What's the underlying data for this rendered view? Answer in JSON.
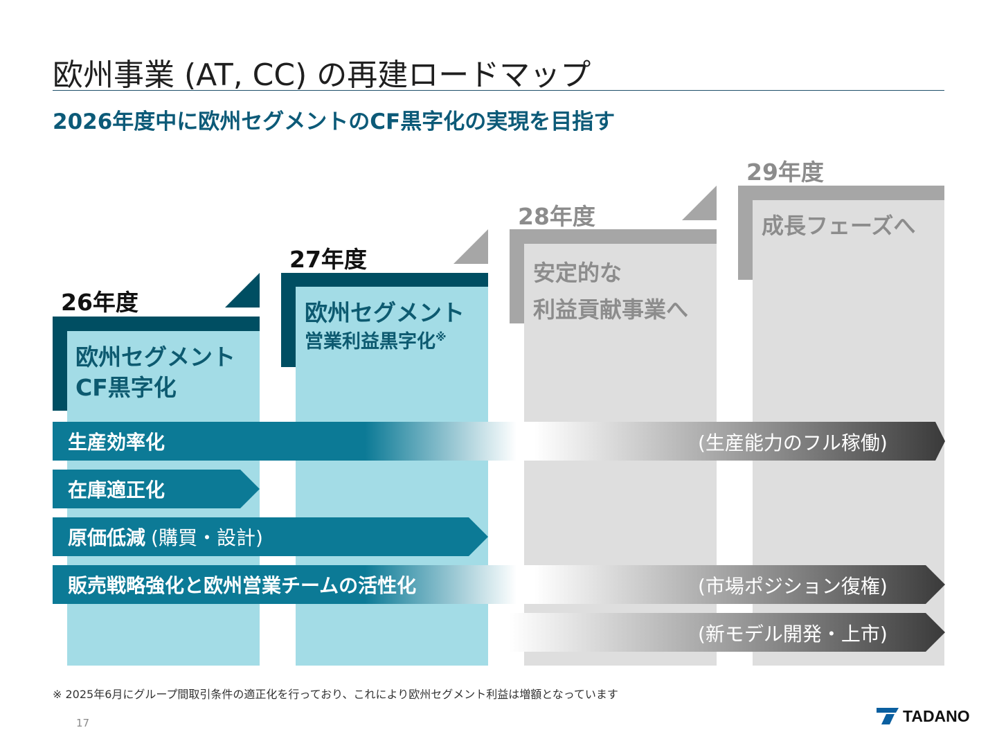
{
  "title": "欧州事業 (AT, CC) の再建ロードマップ",
  "subtitle": "2026年度中に欧州セグメントのCF黒字化の実現を目指す",
  "stages": [
    {
      "year": "26年度",
      "line1": "欧州セグメント",
      "line2": "CF黒字化"
    },
    {
      "year": "27年度",
      "line1": "欧州セグメント",
      "line2": "営業利益黒字化",
      "mark": "※"
    },
    {
      "year": "28年度",
      "line1": "安定的な",
      "line2": "利益貢献事業へ"
    },
    {
      "year": "29年度",
      "line1": "成長フェーズへ"
    }
  ],
  "arrows": [
    {
      "label": "生産効率化",
      "note": "(生産能力のフル稼働)"
    },
    {
      "label": "在庫適正化"
    },
    {
      "label": "原価低減",
      "note": "(購買・設計)"
    },
    {
      "label": "販売戦略強化と欧州営業チームの活性化",
      "note": "(市場ポジション復権)"
    },
    {
      "note": "(新モデル開発・上市)"
    }
  ],
  "footnote": "※ 2025年6月にグループ間取引条件の適正化を行っており、これにより欧州セグメント利益は増額となっています",
  "page_number": "17",
  "logo": "TADANO",
  "colors": {
    "accent_dark": "#004e62",
    "accent_teal": "#0c7a96",
    "light_column": "#a3dce6",
    "gray_column": "#dedede",
    "gray_bar": "#a6a6a6"
  }
}
